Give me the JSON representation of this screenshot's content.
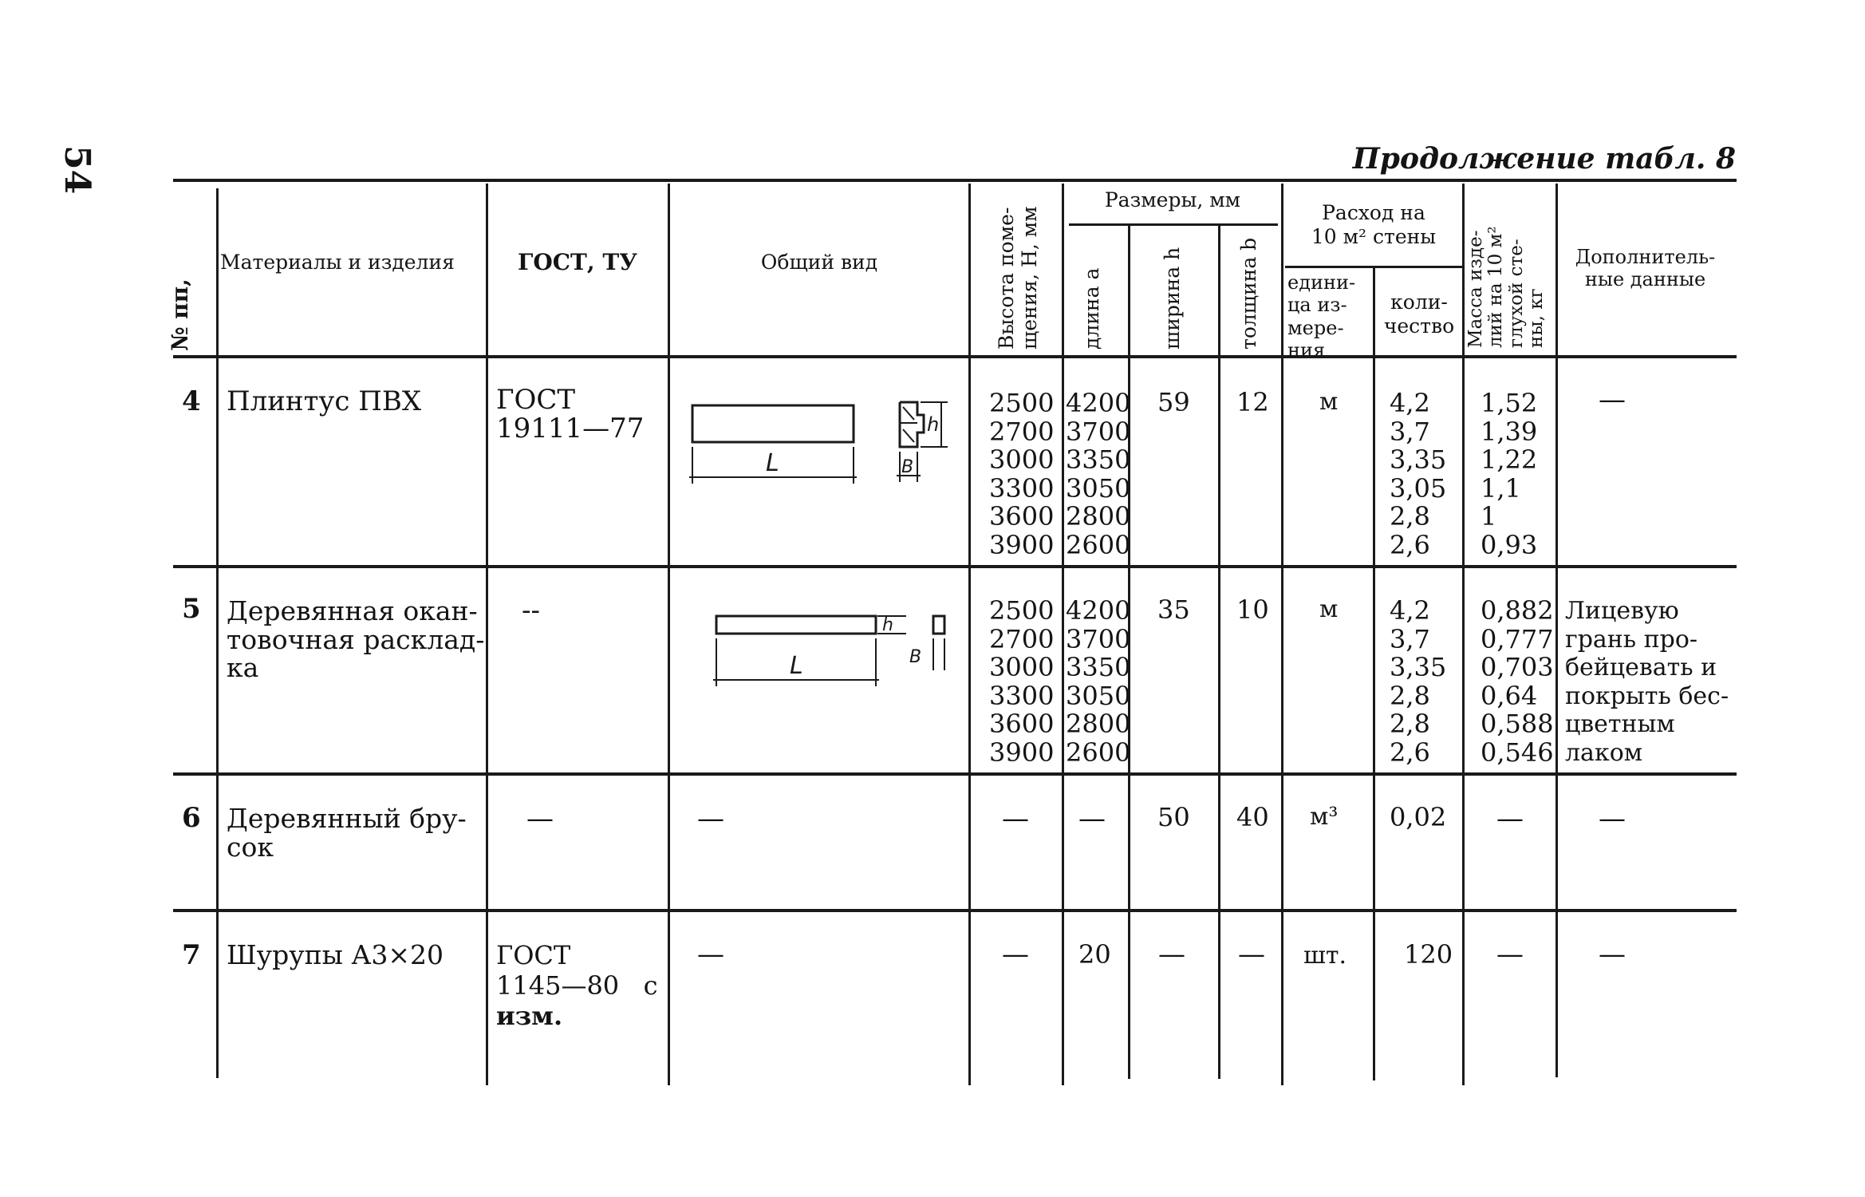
{
  "page": {
    "number": "54",
    "continuation": "Продолжение табл. 8"
  },
  "headers": {
    "no": "№ пп,",
    "materials": "Материалы и изделия",
    "gost": "ГОСТ, ТУ",
    "view": "Общий вид",
    "room_height": [
      "Высота поме-",
      "щения, H, мм"
    ],
    "dimensions": "Размеры, мм",
    "length": "длина a",
    "width": "ширина h",
    "thickness": "толщина b",
    "consumption": [
      "Расход на",
      "10 м² стены"
    ],
    "unit": [
      "едини-",
      "ца из-",
      "мере-",
      "ния"
    ],
    "quantity": [
      "коли-",
      "чество"
    ],
    "mass": [
      "Масса изде-",
      "лий на 10 м²",
      "глухой сте-",
      "ны, кг"
    ],
    "extra": [
      "Дополнитель-",
      "ные данные"
    ]
  },
  "rows": [
    {
      "no": "4",
      "material": [
        "Плинтус ПВХ"
      ],
      "gost": [
        "ГОСТ",
        "19111—77"
      ],
      "view": "sketch-plinth",
      "view_labels": {
        "length": "L",
        "width": "h",
        "thickness": "B"
      },
      "heights": [
        "2500",
        "2700",
        "3000",
        "3300",
        "3600",
        "3900"
      ],
      "lengths": [
        "4200",
        "3700",
        "3350",
        "3050",
        "2800",
        "2600"
      ],
      "width": "59",
      "thickness": "12",
      "unit": "м",
      "quantities": [
        "4,2",
        "3,7",
        "3,35",
        "3,05",
        "2,8",
        "2,6"
      ],
      "masses": [
        "1,52",
        "1,39",
        "1,22",
        "1,1",
        "1",
        "0,93"
      ],
      "extra": [
        "—"
      ]
    },
    {
      "no": "5",
      "material": [
        "Деревянная окан-",
        "товочная расклад-",
        "ка"
      ],
      "gost": [
        "--"
      ],
      "view": "sketch-strip",
      "view_labels": {
        "length": "L",
        "width": "h",
        "thickness": "B"
      },
      "heights": [
        "2500",
        "2700",
        "3000",
        "3300",
        "3600",
        "3900"
      ],
      "lengths": [
        "4200",
        "3700",
        "3350",
        "3050",
        "2800",
        "2600"
      ],
      "width": "35",
      "thickness": "10",
      "unit": "м",
      "quantities": [
        "4,2",
        "3,7",
        "3,35",
        "2,8",
        "2,8",
        "2,6"
      ],
      "masses": [
        "0,882",
        "0,777",
        "0,703",
        "0,64",
        "0,588",
        "0,546"
      ],
      "extra": [
        "Лицевую",
        "грань про-",
        "бейцевать и",
        "покрыть бес-",
        "цветным",
        "лаком"
      ]
    },
    {
      "no": "6",
      "material": [
        "Деревянный бру-",
        "сок"
      ],
      "gost": [
        "—"
      ],
      "view": "—",
      "heights": [
        "—"
      ],
      "lengths": [
        "—"
      ],
      "width": "50",
      "thickness": "40",
      "unit": "м³",
      "quantities": [
        "0,02"
      ],
      "masses": [
        "—"
      ],
      "extra": [
        "—"
      ]
    },
    {
      "no": "7",
      "material": [
        "Шурупы А3×20"
      ],
      "gost": [
        "ГОСТ",
        "1145—80   с",
        "изм."
      ],
      "view": "—",
      "heights": [
        "—"
      ],
      "lengths": [
        "20"
      ],
      "width": "—",
      "thickness": "—",
      "unit": "шт.",
      "quantities": [
        "120"
      ],
      "masses": [
        "—"
      ],
      "extra": [
        "—"
      ]
    }
  ]
}
